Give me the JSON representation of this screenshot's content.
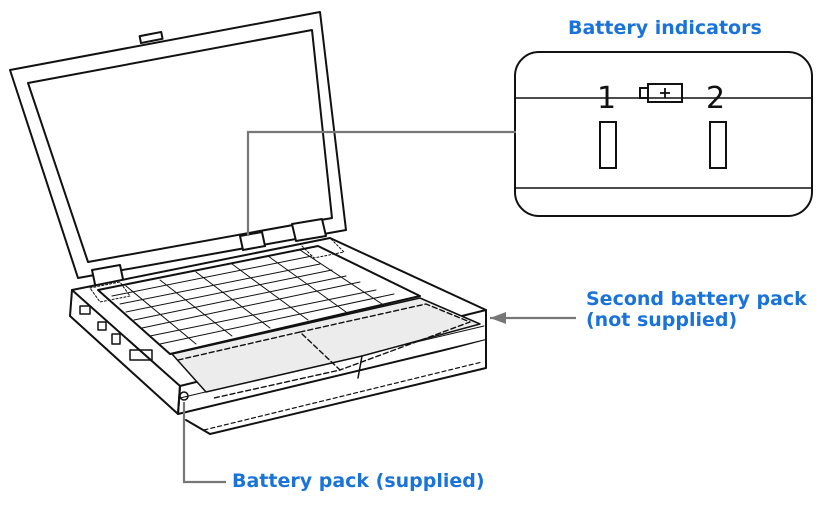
{
  "labels": {
    "battery_indicators": "Battery indicators",
    "second_battery_line1": "Second battery pack",
    "second_battery_line2": "(not supplied)",
    "battery_pack_supplied": "Battery pack (supplied)"
  },
  "indicator_panel": {
    "slot_1": "1",
    "slot_2": "2",
    "icon": "battery-plus-icon"
  },
  "colors": {
    "label": "#1a73d9",
    "line": "#111111",
    "leader": "#777777"
  }
}
